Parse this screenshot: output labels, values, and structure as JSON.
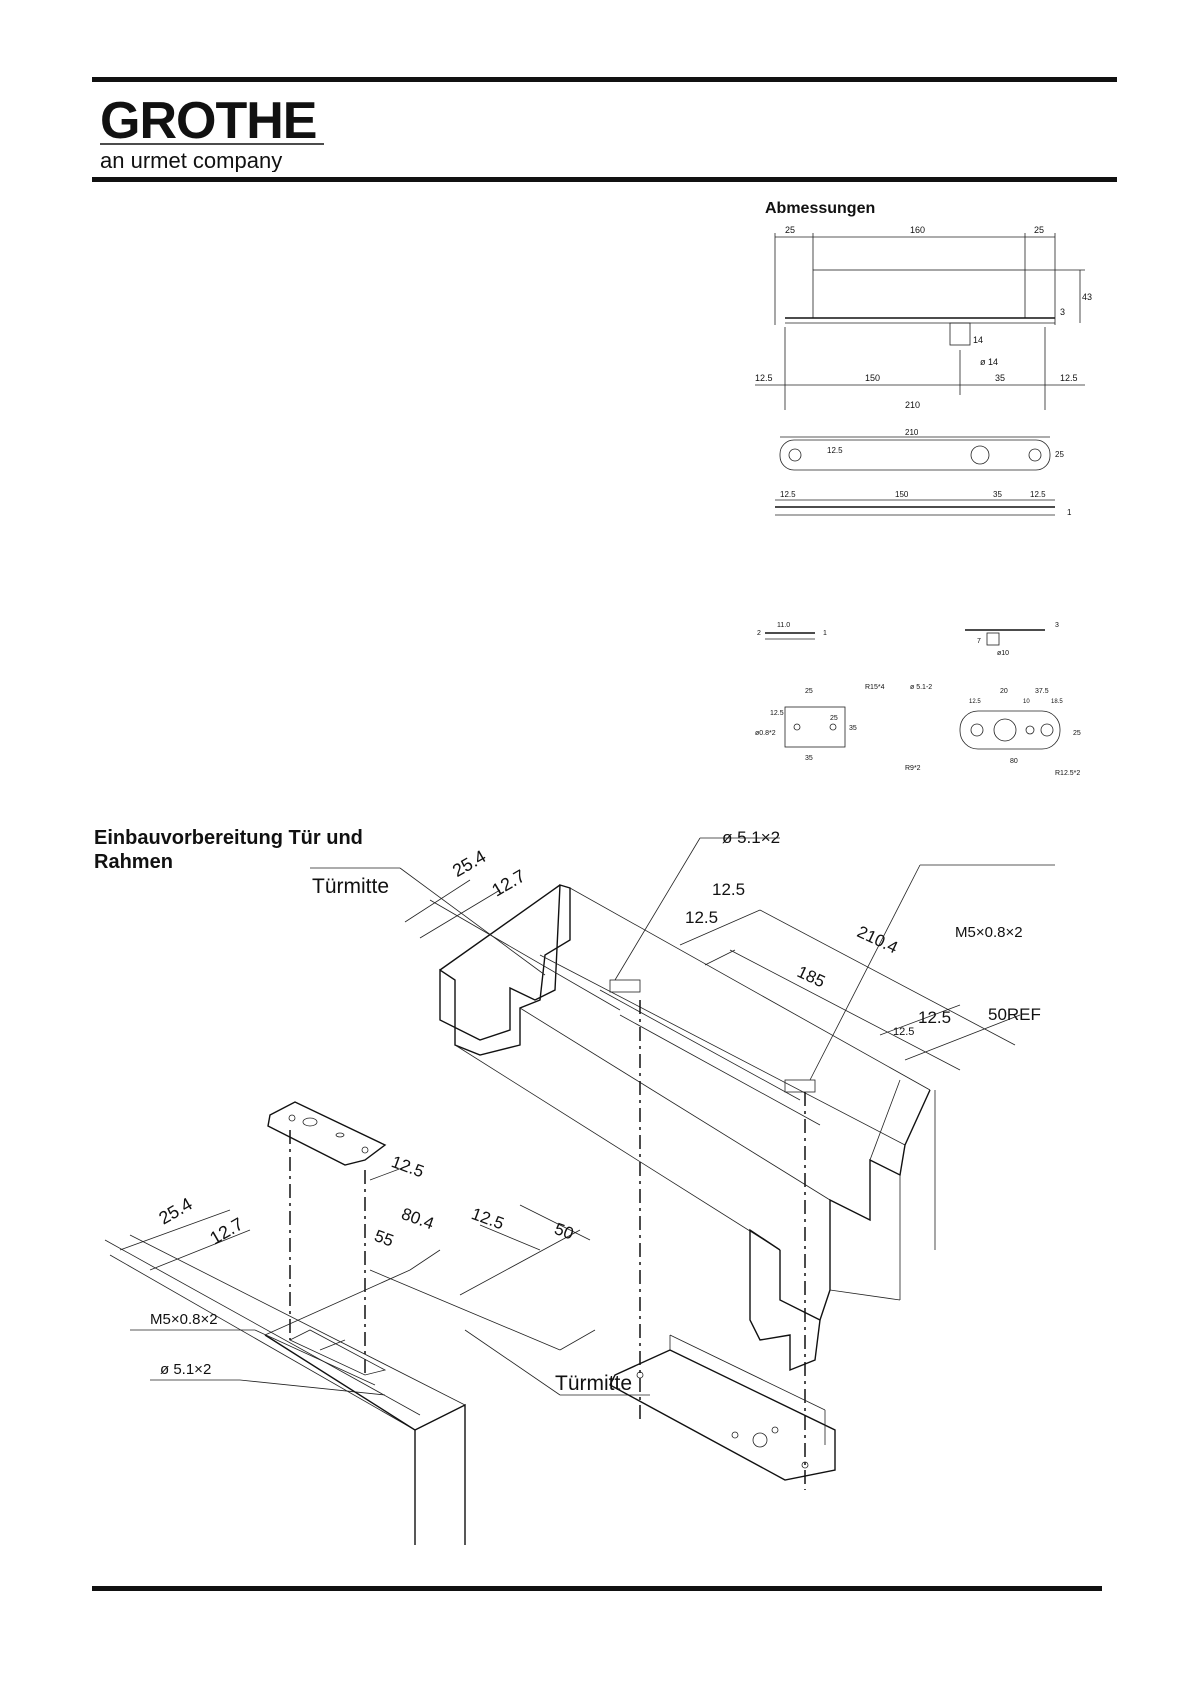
{
  "logo": {
    "brand": "GROTHE",
    "tagline": "an urmet company"
  },
  "dimensions_section": {
    "title": "Abmessungen",
    "top_view": [
      "25",
      "160",
      "25",
      "43",
      "3",
      "14",
      "ø 14",
      "12.5",
      "150",
      "35",
      "12.5",
      "210"
    ],
    "plate_view": [
      "210",
      "12.5",
      "25",
      "12.5",
      "150",
      "35",
      "12.5",
      "1"
    ],
    "small_views": [
      "11.0",
      "2",
      "1",
      "3",
      "7",
      "ø10"
    ],
    "bottom_views": [
      "25",
      "R15*4",
      "12.5",
      "35",
      "25",
      "ø0.8*2",
      "35",
      "ø 5.1-2",
      "20",
      "37.5",
      "12.5",
      "10",
      "18.5",
      "25",
      "R9*2",
      "80",
      "R12.5*2"
    ]
  },
  "install_section": {
    "title": "Einbauvorbereitung Tür und Rahmen",
    "upper_labels": {
      "door_center": "Türmitte",
      "hole": "ø 5.1×2",
      "d254": "25.4",
      "d127": "12.7",
      "d125a": "12.5",
      "d125b": "12.5",
      "d2104": "210.4",
      "d185": "185",
      "thread": "M5×0.8×2",
      "d125c": "12.5",
      "d125d": "12.5",
      "ref": "50REF"
    },
    "lower_labels": {
      "d254": "25.4",
      "d127": "12.7",
      "d125a": "12.5",
      "d804": "80.4",
      "d55": "55",
      "d125b": "12.5",
      "d50": "50",
      "thread": "M5×0.8×2",
      "hole": "ø 5.1×2",
      "door_center": "Türmitte"
    }
  }
}
